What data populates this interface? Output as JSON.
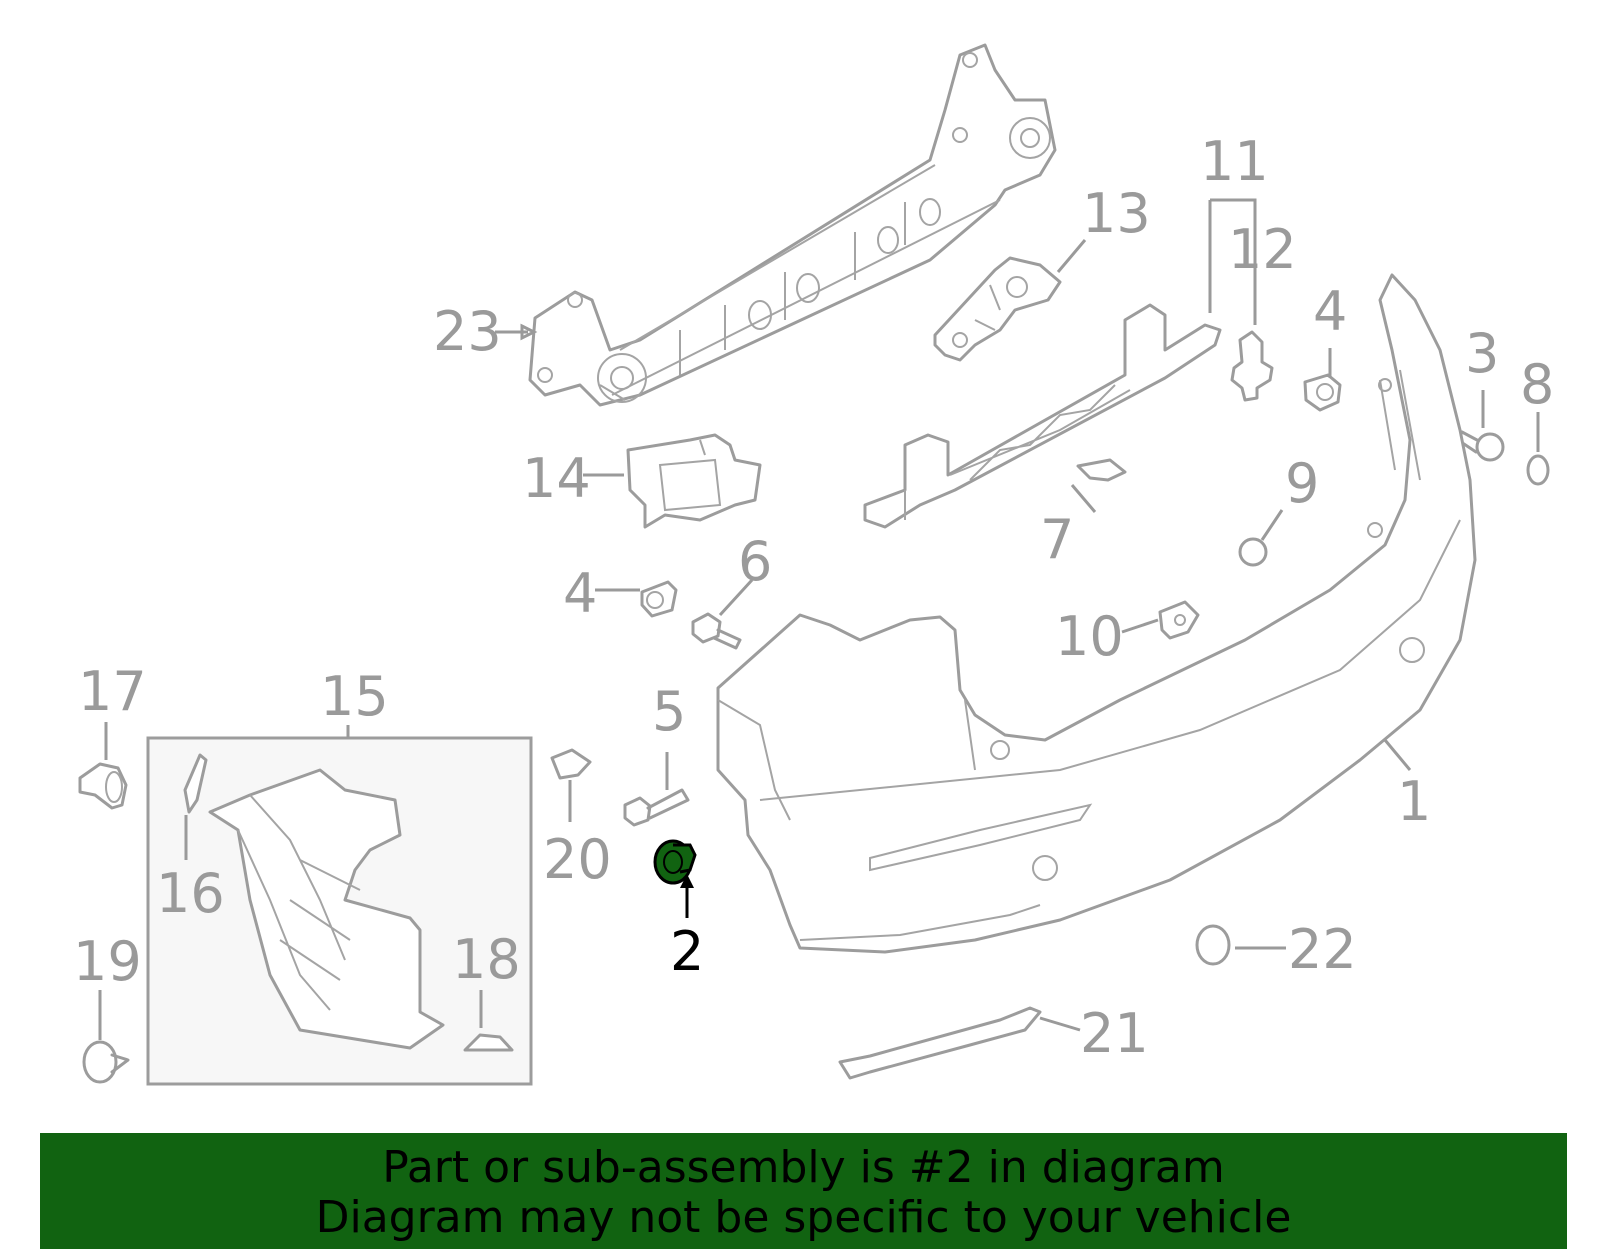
{
  "diagram": {
    "highlighted_part": "2",
    "callouts": [
      {
        "id": "1",
        "label": "1"
      },
      {
        "id": "2",
        "label": "2"
      },
      {
        "id": "3",
        "label": "3"
      },
      {
        "id": "4a",
        "label": "4"
      },
      {
        "id": "4b",
        "label": "4"
      },
      {
        "id": "5",
        "label": "5"
      },
      {
        "id": "6",
        "label": "6"
      },
      {
        "id": "7",
        "label": "7"
      },
      {
        "id": "8",
        "label": "8"
      },
      {
        "id": "9",
        "label": "9"
      },
      {
        "id": "10",
        "label": "10"
      },
      {
        "id": "11",
        "label": "11"
      },
      {
        "id": "12",
        "label": "12"
      },
      {
        "id": "13",
        "label": "13"
      },
      {
        "id": "14",
        "label": "14"
      },
      {
        "id": "15",
        "label": "15"
      },
      {
        "id": "16",
        "label": "16"
      },
      {
        "id": "17",
        "label": "17"
      },
      {
        "id": "18",
        "label": "18"
      },
      {
        "id": "19",
        "label": "19"
      },
      {
        "id": "20",
        "label": "20"
      },
      {
        "id": "21",
        "label": "21"
      },
      {
        "id": "22",
        "label": "22"
      },
      {
        "id": "23",
        "label": "23"
      }
    ],
    "colors": {
      "parts": "#9c9c9c",
      "labels": "#9a9a9a",
      "highlight": "#116311",
      "active_label": "#000000",
      "banner_bg": "#116311"
    }
  },
  "banner": {
    "line1": "Part or sub-assembly is #2 in diagram",
    "line2": "Diagram may not be specific to your vehicle"
  }
}
